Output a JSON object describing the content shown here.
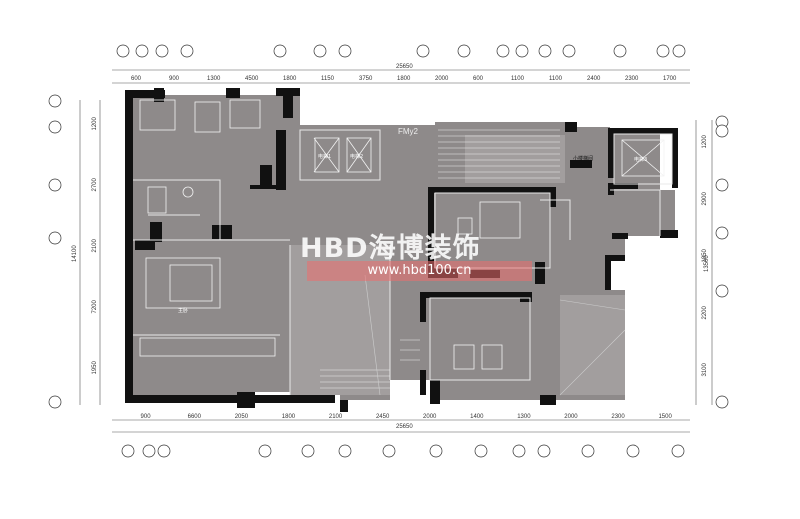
{
  "dimensions": {
    "top_total": "25650",
    "top_segments": [
      "600",
      "900",
      "1300",
      "4500",
      "1800",
      "1150",
      "3750",
      "1800",
      "2000",
      "600",
      "1100",
      "1100",
      "2400",
      "2300",
      "1700"
    ],
    "bottom_total": "25650",
    "bottom_segments": [
      "900",
      "6600",
      "2050",
      "1800",
      "2100",
      "2450",
      "2000",
      "1400",
      "1300",
      "2000",
      "2300",
      "1500"
    ],
    "left_total": "14100",
    "left_segments": [
      "1200",
      "2700",
      "2100",
      "7200",
      "1950"
    ],
    "right_total": "13500",
    "right_segments": [
      "1200",
      "2900",
      "1850",
      "2200",
      "3100"
    ]
  },
  "labels": {
    "fmy": "FMy2",
    "stair_label": "小楼梯间",
    "bedroom_main": "主卧",
    "elevator_1": "电梯1",
    "elevator_2": "电梯2",
    "elevator_3": "电梯3"
  },
  "watermark": {
    "brand": "HBD海博装饰",
    "url": "www.hbd100.cn"
  },
  "colors": {
    "floor": "#8e8a8a",
    "wall": "#111111",
    "line": "#444444",
    "watermark_band": "#ec6e6e"
  }
}
